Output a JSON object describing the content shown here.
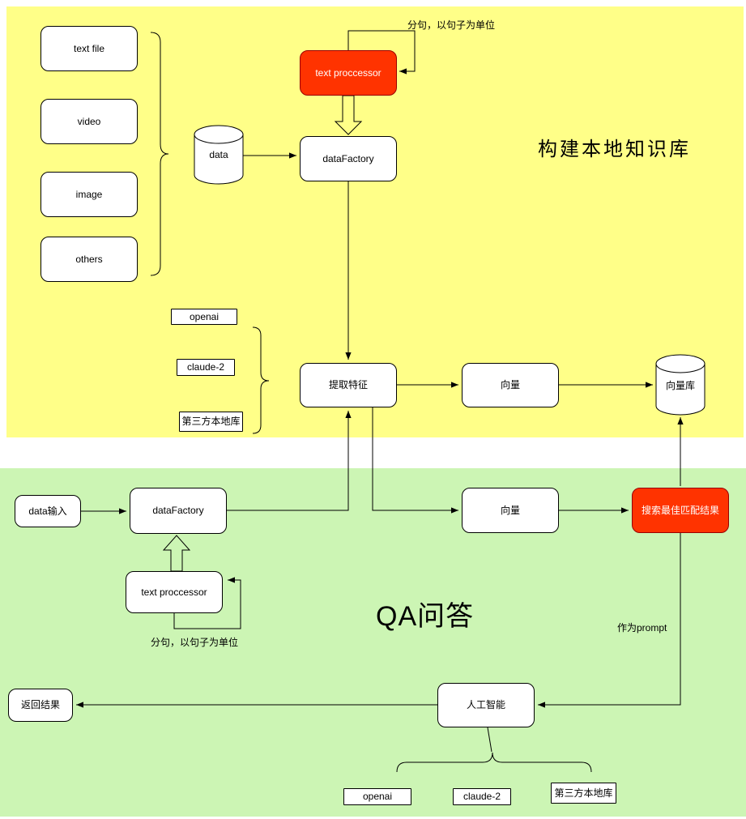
{
  "build_section": {
    "title": "构建本地知识库",
    "sources": [
      "text file",
      "video",
      "image",
      "others"
    ],
    "data_cylinder_label": "data",
    "text_processor_label": "text proccessor",
    "split_loop_label": "分句，以句子为单位",
    "data_factory_label": "dataFactory",
    "models": [
      "openai",
      "claude-2",
      "第三方本地库"
    ],
    "feature_extract_label": "提取特征",
    "vector_label": "向量",
    "vector_store_label": "向量库"
  },
  "qa_section": {
    "title": "QA问答",
    "data_input_label": "data输入",
    "data_factory_label": "dataFactory",
    "text_processor_label": "text proccessor",
    "split_loop_label": "分句，以句子为单位",
    "vector_label": "向量",
    "search_label": "搜索最佳匹配结果",
    "as_prompt_label": "作为prompt",
    "ai_label": "人工智能",
    "return_result_label": "返回结果",
    "models": [
      "openai",
      "claude-2",
      "第三方本地库"
    ]
  },
  "colors": {
    "build_bg": "#ffff88",
    "qa_bg": "#ccf5b4",
    "highlight_fill": "#ff3300",
    "highlight_border": "#990000"
  }
}
